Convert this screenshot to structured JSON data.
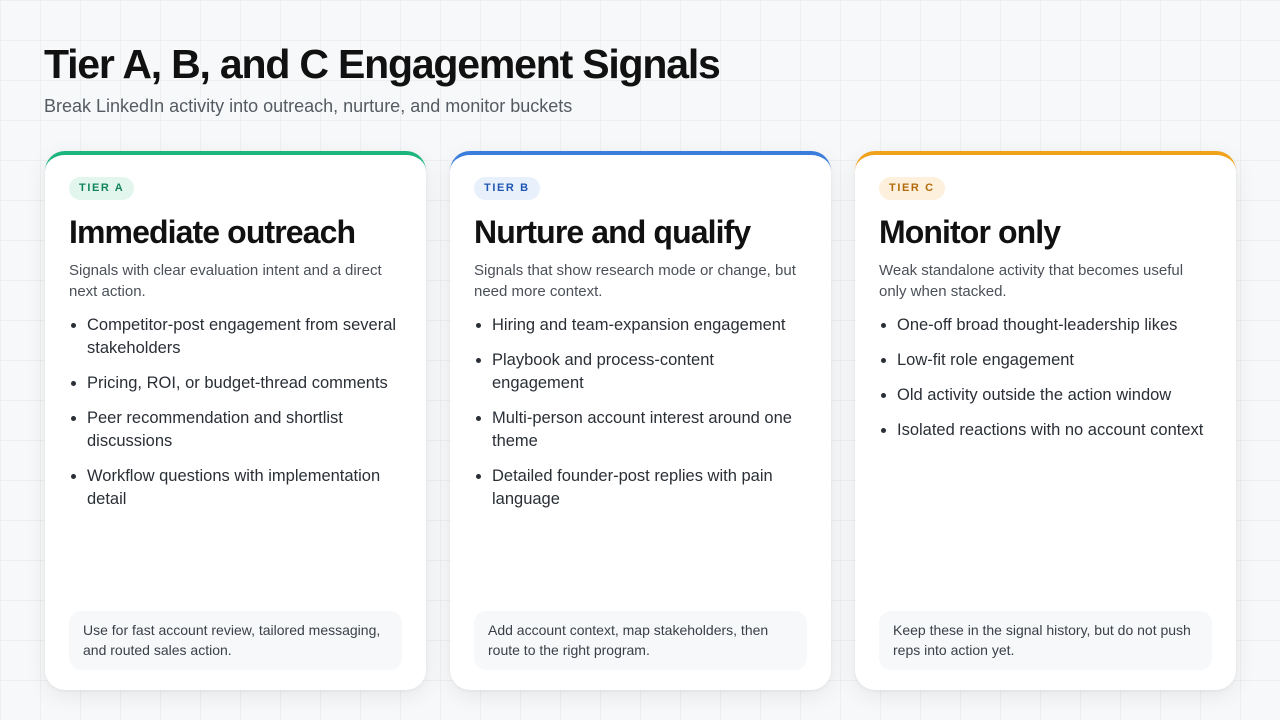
{
  "header": {
    "title": "Tier A, B, and C Engagement Signals",
    "subtitle": "Break LinkedIn activity into outreach, nurture, and monitor buckets"
  },
  "colors": {
    "tier_a_accent": "#1db57e",
    "tier_b_accent": "#3b7ddd",
    "tier_c_accent": "#f0a21b"
  },
  "tiers": [
    {
      "badge": "TIER A",
      "title": "Immediate outreach",
      "description": "Signals with clear evaluation intent and a direct next action.",
      "signals": [
        "Competitor-post engagement from several stakeholders",
        "Pricing, ROI, or budget-thread comments",
        "Peer recommendation and shortlist discussions",
        "Workflow questions with implementation detail"
      ],
      "note": "Use for fast account review, tailored messaging, and routed sales action."
    },
    {
      "badge": "TIER B",
      "title": "Nurture and qualify",
      "description": "Signals that show research mode or change, but need more context.",
      "signals": [
        "Hiring and team-expansion engagement",
        "Playbook and process-content engagement",
        "Multi-person account interest around one theme",
        "Detailed founder-post replies with pain language"
      ],
      "note": "Add account context, map stakeholders, then route to the right program."
    },
    {
      "badge": "TIER C",
      "title": "Monitor only",
      "description": "Weak standalone activity that becomes useful only when stacked.",
      "signals": [
        "One-off broad thought-leadership likes",
        "Low-fit role engagement",
        "Old activity outside the action window",
        "Isolated reactions with no account context"
      ],
      "note": "Keep these in the signal history, but do not push reps into action yet."
    }
  ]
}
